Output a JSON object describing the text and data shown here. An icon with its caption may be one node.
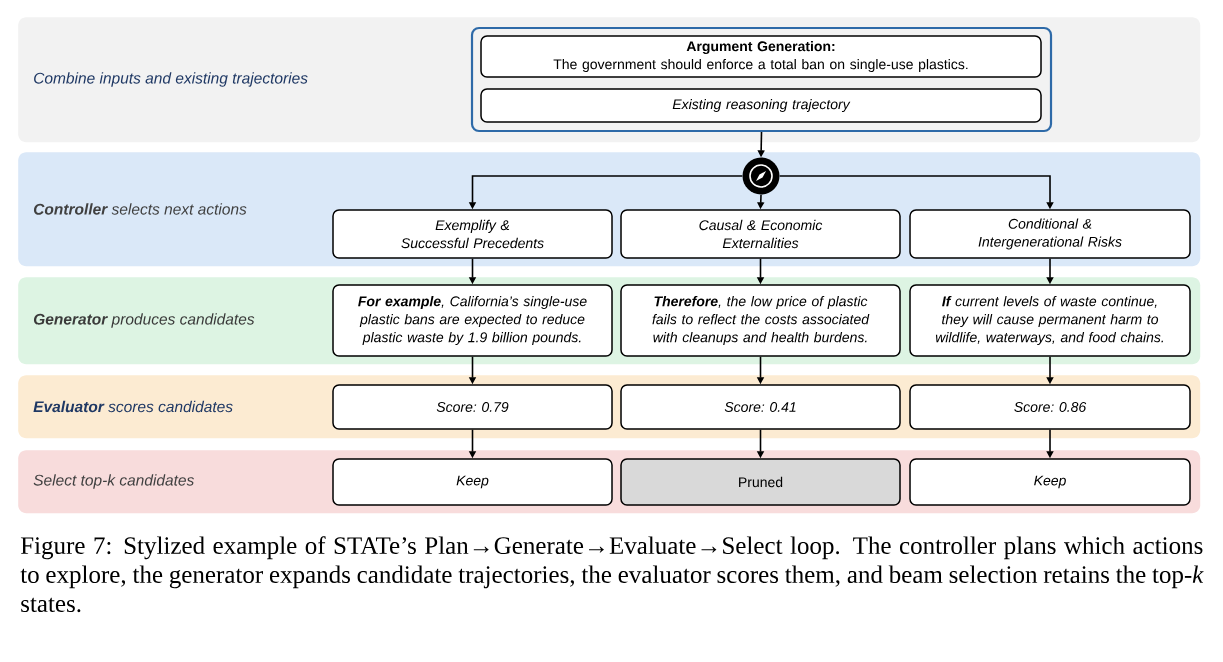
{
  "diagram": {
    "caption": "Figure 7: Stylized example of STATe’s Plan→Generate→Evaluate→Select loop. The controller plans which actions to explore, the generator expands candidate trajectories, the evaluator scores them, and beam selection retains the top-*k* states.",
    "nodes": [
      {
        "text": [
          "Combine inputs and existing trajectories"
        ]
      },
      {
        "text": [],
        "shape": "box",
        "in": 0
      },
      {
        "text": [
          "Argument Generation:",
          "The government should enforce a total ban on single-use plastics."
        ],
        "in": 1
      },
      {
        "text": [
          "Existing reasoning trajectory"
        ],
        "in": 1
      },
      {
        "text": [
          "**Controller** selects next actions"
        ]
      },
      {
        "text": [],
        "shape": "circle",
        "in": 4
      },
      {
        "text": [
          "Exemplify & Successful Precedents"
        ],
        "in": 4
      },
      {
        "text": [
          "Causal & Economic Externalities"
        ],
        "in": 4
      },
      {
        "text": [
          "Conditional & Intergenerational Risks"
        ],
        "in": 4
      },
      {
        "text": [
          "**Generator** produces candidates"
        ]
      },
      {
        "text": [
          "**For example**, California’s single-use plastic bans are expected to reduce plastic waste by 1.9 billion pounds."
        ],
        "in": 9
      },
      {
        "text": [
          "**Therefore**, the low price of plastic fails to reflect the costs associated with cleanups and health burdens."
        ],
        "in": 9
      },
      {
        "text": [
          "**If** current levels of waste continue, they will cause permanent harm to wildlife, waterways, and food chains."
        ],
        "in": 9
      },
      {
        "text": [
          "**Evaluator** scores candidates"
        ]
      },
      {
        "text": [
          "Score: 0.79"
        ],
        "in": 13
      },
      {
        "text": [
          "Score: 0.41"
        ],
        "in": 13
      },
      {
        "text": [
          "Score: 0.86"
        ],
        "in": 13
      },
      {
        "text": [
          "Select top-k candidates"
        ]
      },
      {
        "text": [
          "Keep"
        ],
        "in": 17
      },
      {
        "text": [
          "Pruned"
        ],
        "in": 17
      },
      {
        "text": [
          "Keep"
        ],
        "in": 17
      }
    ],
    "edges": [
      {
        "from": 1,
        "to": 5,
        "arrow": "to"
      },
      {
        "from": 5,
        "to": 6,
        "arrow": "to"
      },
      {
        "from": 5,
        "to": 7,
        "arrow": "to"
      },
      {
        "from": 5,
        "to": 8,
        "arrow": "to"
      },
      {
        "from": 6,
        "to": 10,
        "arrow": "to"
      },
      {
        "from": 7,
        "to": 11,
        "arrow": "to"
      },
      {
        "from": 8,
        "to": 12,
        "arrow": "to"
      },
      {
        "from": 10,
        "to": 14,
        "arrow": "to"
      },
      {
        "from": 11,
        "to": 15,
        "arrow": "to"
      },
      {
        "from": 12,
        "to": 16,
        "arrow": "to"
      },
      {
        "from": 14,
        "to": 18,
        "arrow": "to"
      },
      {
        "from": 15,
        "to": 19,
        "arrow": "to"
      },
      {
        "from": 16,
        "to": 20,
        "arrow": "to"
      }
    ]
  }
}
